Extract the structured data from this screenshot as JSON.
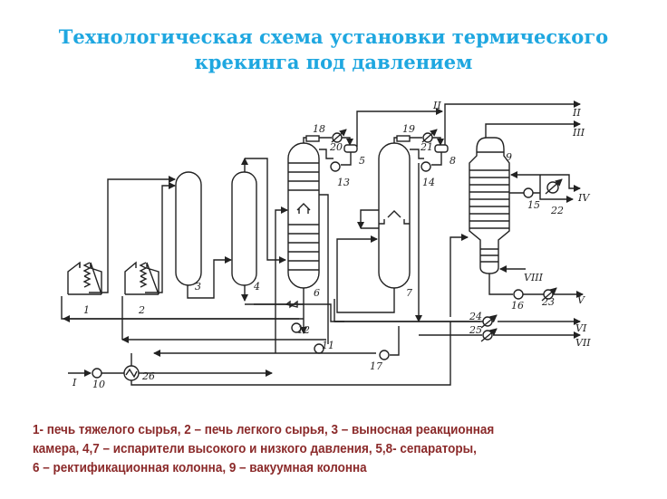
{
  "title": {
    "line1": "Технологическая схема установки термического",
    "line2": "крекинга под давлением"
  },
  "legend": {
    "line1": "1- печь тяжелого сырья, 2 – печь легкого сырья, 3 – выносная реакционная",
    "line2": "камера, 4,7 – испарители высокого и низкого давления, 5,8- сепараторы,",
    "line3": "6 – ректификационная колонна, 9 – вакуумная колонна"
  },
  "labels": {
    "n1": "1",
    "n2": "2",
    "n3": "3",
    "n4": "4",
    "n5": "5",
    "n6": "6",
    "n7": "7",
    "n8": "8",
    "n9": "9",
    "n10": "10",
    "n11": "11",
    "n12": "12",
    "n13": "13",
    "n14": "14",
    "n15": "15",
    "n16": "16",
    "n17": "17",
    "n18": "18",
    "n19": "19",
    "n20": "20",
    "n21": "21",
    "n22": "22",
    "n23": "23",
    "n24": "24",
    "n25": "25",
    "n26": "26"
  },
  "streams": {
    "s1": "I",
    "s2": "II",
    "s2b": "II",
    "s3": "III",
    "s4": "IV",
    "s5": "V",
    "s6": "VI",
    "s7": "VII",
    "s8": "VIII"
  },
  "colors": {
    "title": "#1fa7e0",
    "legend": "#8b2a2a",
    "lines": "#222222"
  }
}
